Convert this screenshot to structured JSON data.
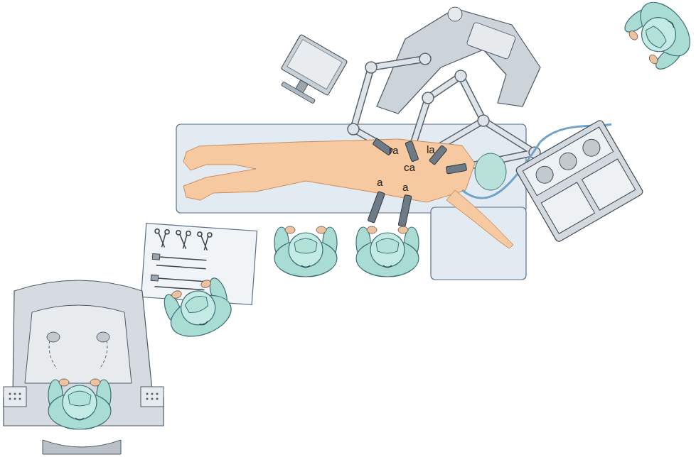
{
  "diagram": {
    "labels": [
      "ra",
      "ca",
      "la",
      "a",
      "a"
    ]
  }
}
